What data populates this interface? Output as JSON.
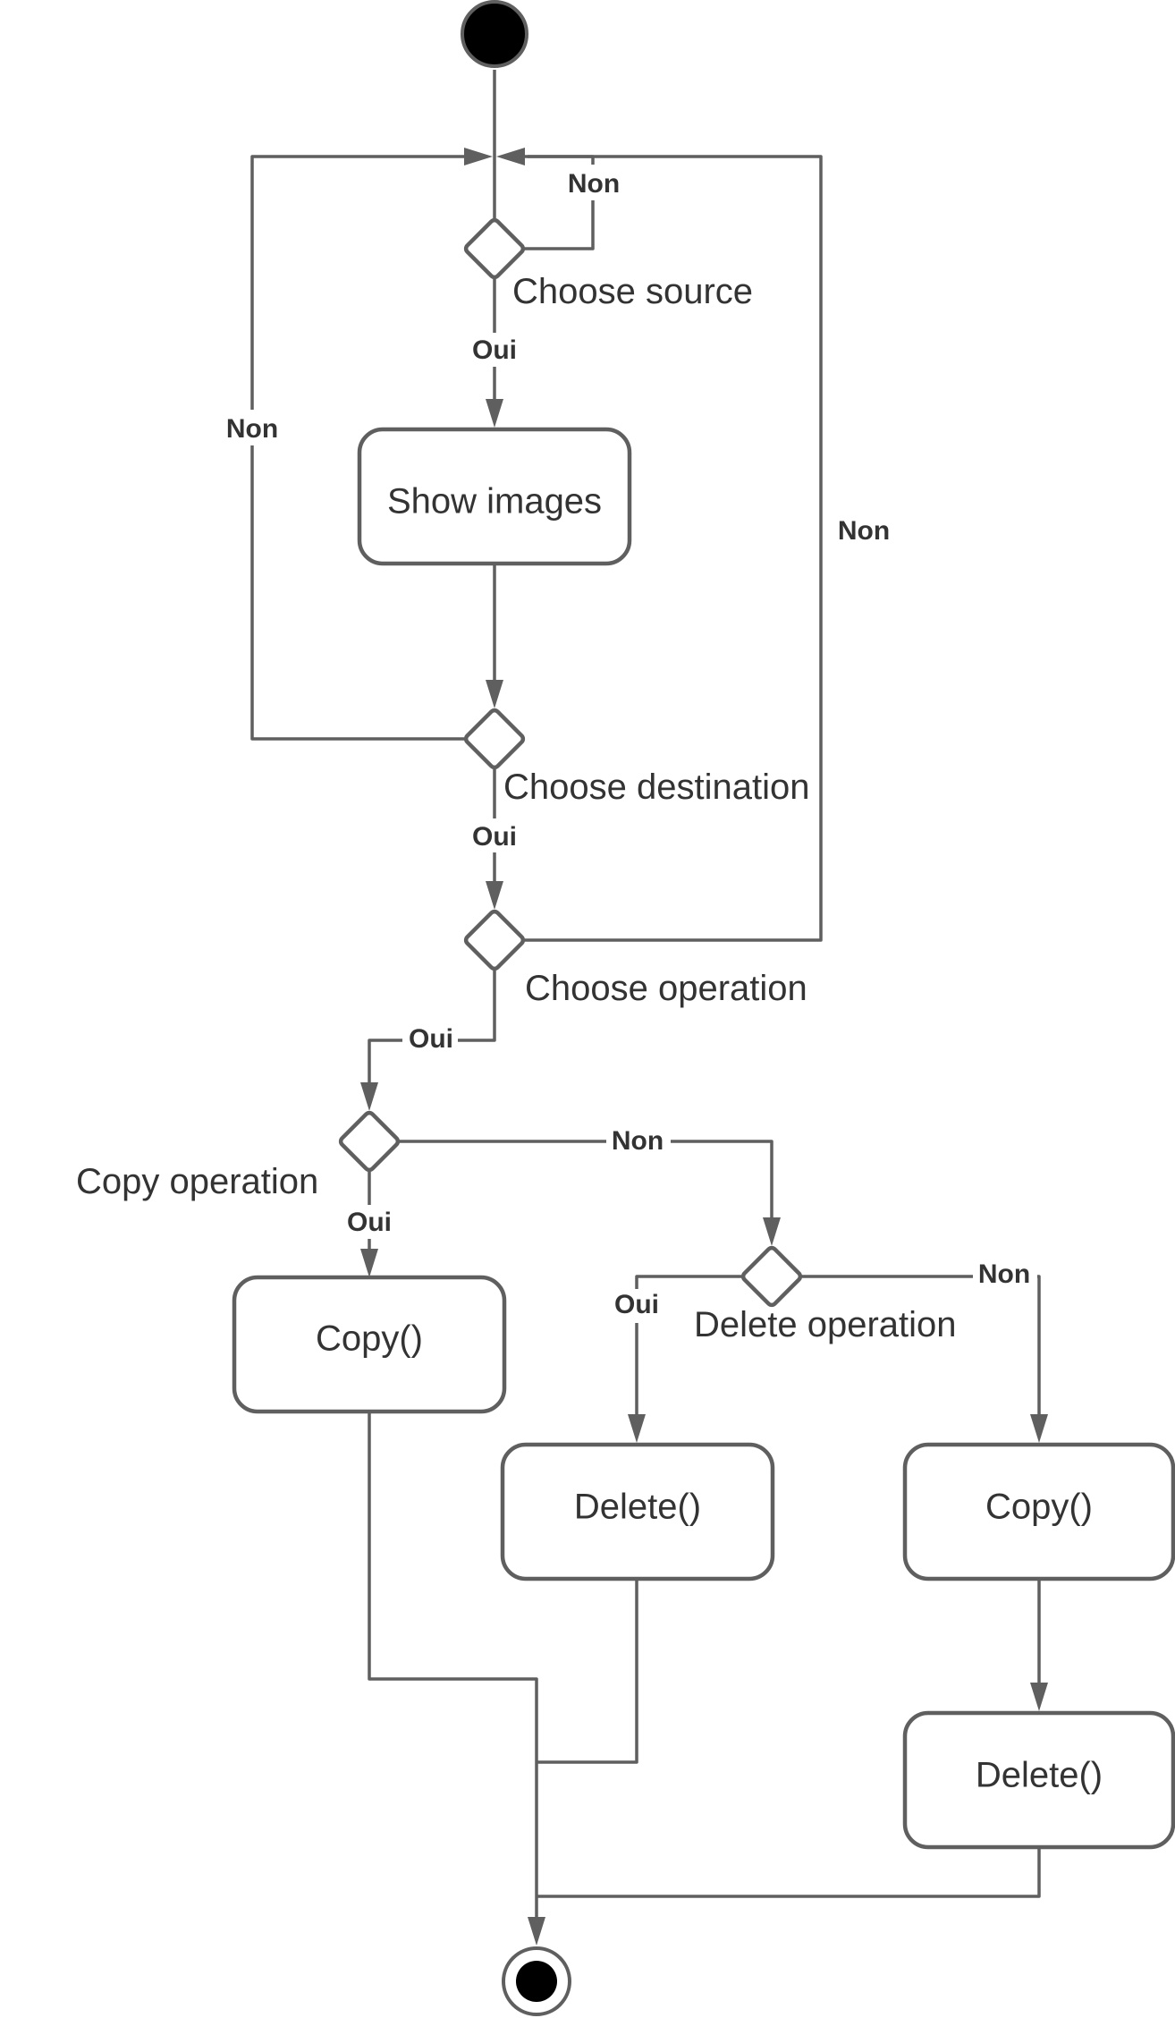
{
  "nodes": {
    "show_images": "Show images",
    "copy_left": "Copy()",
    "delete_middle": "Delete()",
    "copy_right": "Copy()",
    "delete_right": "Delete()"
  },
  "decisions": {
    "choose_source": "Choose source",
    "choose_destination": "Choose destination",
    "choose_operation": "Choose operation",
    "copy_operation": "Copy operation",
    "delete_operation": "Delete operation"
  },
  "edge_labels": {
    "yes": "Oui",
    "no": "Non"
  },
  "colors": {
    "stroke": "#5f5f5f",
    "text": "#333333",
    "start_fill": "#000000"
  }
}
